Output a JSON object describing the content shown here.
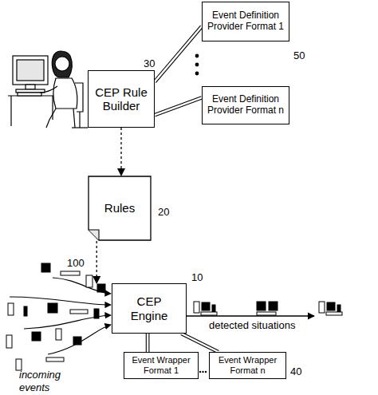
{
  "diagram": {
    "nodes": [
      {
        "text": [
          "CEP Rule Builder"
        ]
      },
      {
        "text": [
          "Event Definition Provider Format 1"
        ]
      },
      {
        "text": [
          "Event Definition Provider Format n"
        ]
      },
      {
        "text": [
          "Rules"
        ]
      },
      {
        "text": [
          "CEP Engine"
        ]
      },
      {
        "text": [
          "Event Wrapper Format 1"
        ]
      },
      {
        "text": [
          "Event Wrapper Format n"
        ]
      }
    ],
    "edges": [
      {
        "from": 0,
        "to": 1,
        "arrow": "none"
      },
      {
        "from": 0,
        "to": 2,
        "arrow": "none"
      },
      {
        "from": 0,
        "to": 3,
        "arrow": "to"
      },
      {
        "from": 3,
        "to": 4,
        "arrow": "to"
      },
      {
        "from": 4,
        "to": 5,
        "arrow": "none"
      },
      {
        "from": 4,
        "to": 6,
        "arrow": "none"
      }
    ],
    "labels": [
      "30",
      "50",
      "20",
      "10",
      "100",
      "40",
      "detected situations",
      "incoming events"
    ]
  }
}
